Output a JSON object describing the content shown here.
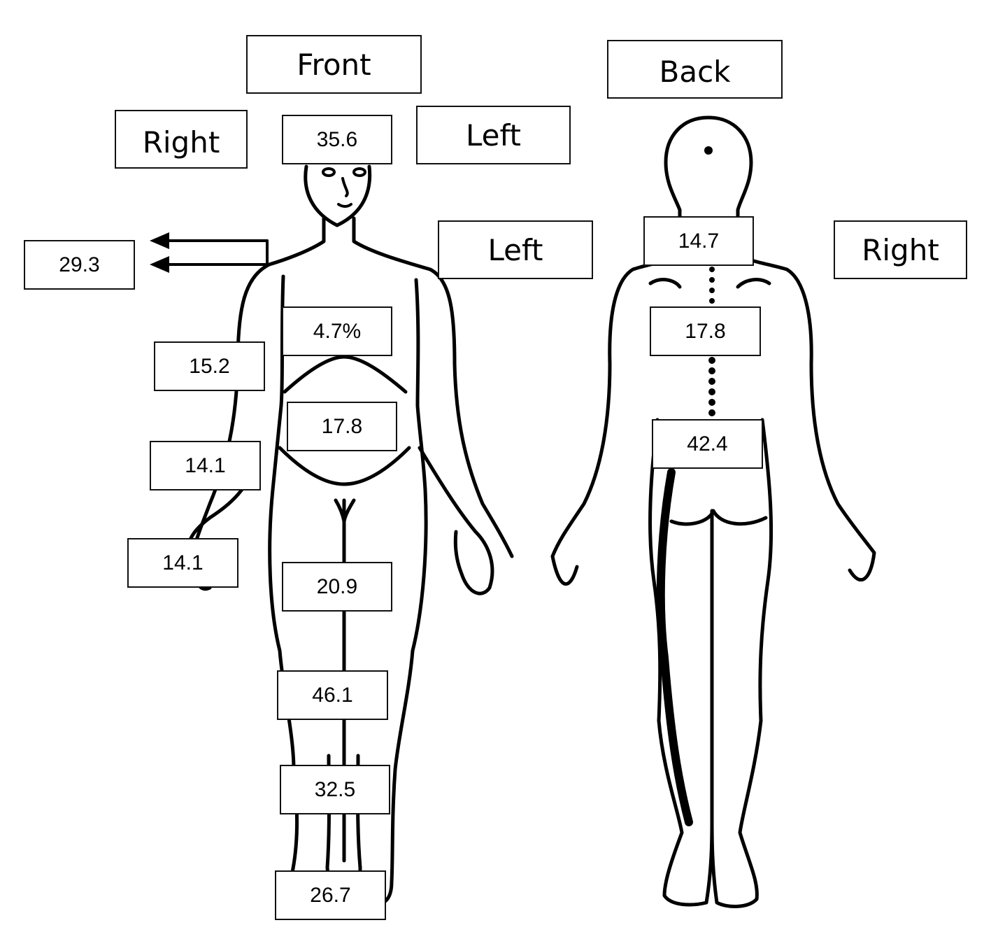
{
  "front_view": {
    "title": "Front",
    "side_right": "Right",
    "side_left": "Left",
    "side_left_shoulder": "Left",
    "values": {
      "head": "35.6",
      "shoulders": "29.3",
      "chest": "4.7%",
      "upper_arm": "15.2",
      "abdomen": "17.8",
      "forearm": "14.1",
      "hand": "14.1",
      "thigh": "20.9",
      "knee": "46.1",
      "lower_leg": "32.5",
      "foot": "26.7"
    }
  },
  "back_view": {
    "title": "Back",
    "side_right": "Right",
    "values": {
      "neck": "14.7",
      "upper_back": "17.8",
      "lower_back": "42.4"
    }
  }
}
